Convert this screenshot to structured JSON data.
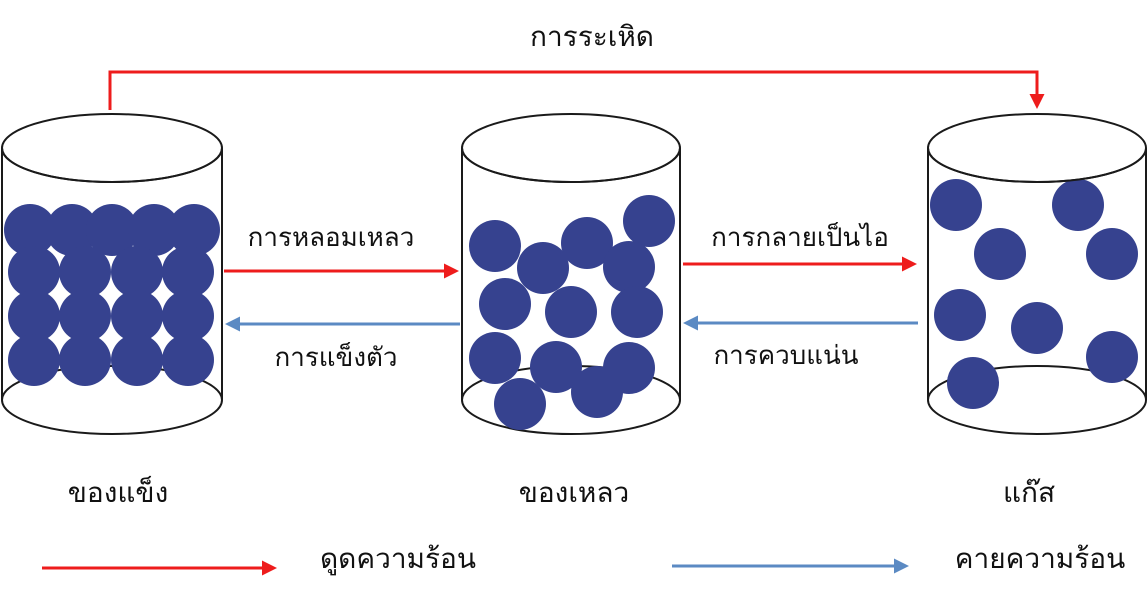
{
  "process_labels": {
    "sublimation": "การระเหิด",
    "melting": "การหลอมเหลว",
    "freezing": "การแข็งตัว",
    "vaporization": "การกลายเป็นไอ",
    "condensation": "การควบแน่น"
  },
  "states": {
    "solid": "ของแข็ง",
    "liquid": "ของเหลว",
    "gas": "แก๊ส"
  },
  "legend": {
    "absorb_heat": "ดูดความร้อน",
    "release_heat": "คายความร้อน"
  },
  "colors": {
    "absorb_arrow": "#ee1c1c",
    "release_arrow": "#5b8ac3",
    "particle": "#36428f",
    "container_stroke": "#1a1a1a"
  }
}
